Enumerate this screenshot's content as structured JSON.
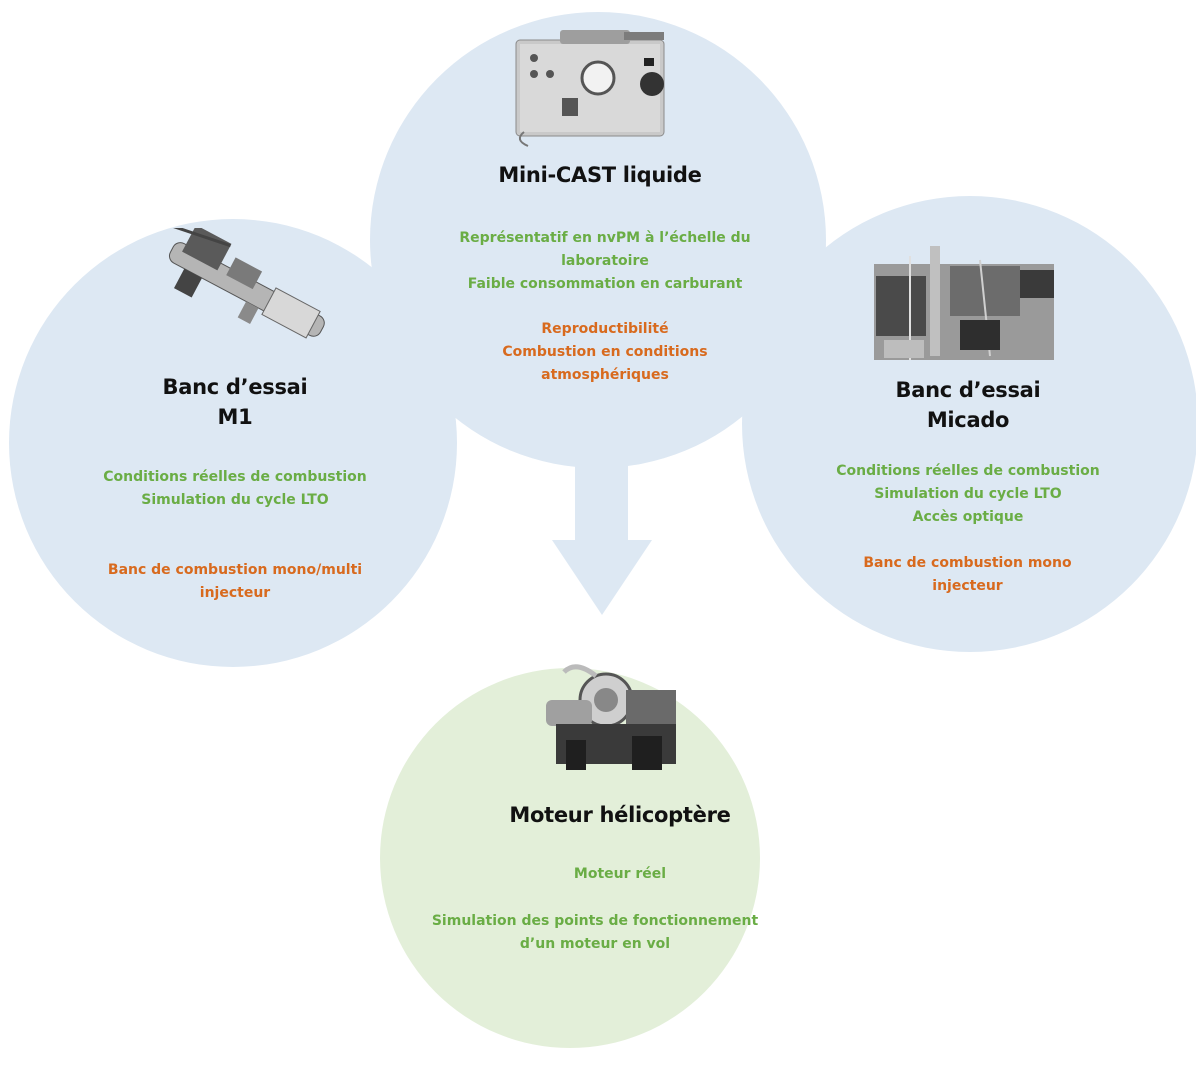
{
  "colors": {
    "circle_blue": "#dde8f3",
    "circle_green": "#e3efd9",
    "arrow": "#dde8f3",
    "green_text": "#6aad45",
    "orange_text": "#d86a1e",
    "title_text": "#111111"
  },
  "nodes": {
    "minicast": {
      "image": "mini-cast-device-photo",
      "title": "Mini-CAST liquide",
      "green": [
        "Représentatif en nvPM à l’échelle du",
        "laboratoire",
        "Faible consommation en carburant"
      ],
      "orange": [
        "Reproductibilité",
        "Combustion en conditions",
        "atmosphériques"
      ]
    },
    "m1": {
      "image": "m1-test-bench-photo",
      "title": [
        "Banc d’essai",
        "M1"
      ],
      "green": [
        "Conditions réelles de combustion",
        "Simulation du cycle LTO"
      ],
      "orange": [
        "Banc de combustion mono/multi",
        "injecteur"
      ]
    },
    "micado": {
      "image": "micado-test-bench-photo",
      "title": [
        "Banc d’essai",
        "Micado"
      ],
      "green": [
        "Conditions réelles de combustion",
        "Simulation du cycle LTO",
        "Accès optique"
      ],
      "orange": [
        "Banc de combustion mono",
        "injecteur"
      ]
    },
    "helicopter": {
      "image": "helicopter-engine-photo",
      "title": "Moteur hélicoptère",
      "green": [
        "Moteur réel"
      ],
      "green2": [
        "Simulation des points de fonctionnement",
        "d’un moteur en vol"
      ]
    }
  }
}
